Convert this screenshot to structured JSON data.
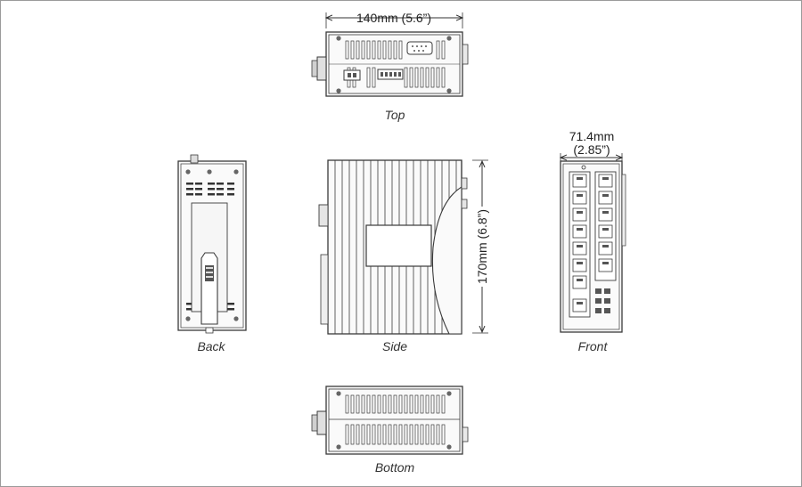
{
  "dimensions": {
    "width": "140mm (5.6”)",
    "depth_line1": "71.4mm",
    "depth_line2": "(2.85”)",
    "height": "170mm (6.8”)"
  },
  "views": {
    "top": "Top",
    "back": "Back",
    "side": "Side",
    "front": "Front",
    "bottom": "Bottom"
  },
  "colors": {
    "line": "#3a3a3a",
    "fill_light": "#f4f4f4",
    "fill_dark": "#6a6a6a"
  }
}
